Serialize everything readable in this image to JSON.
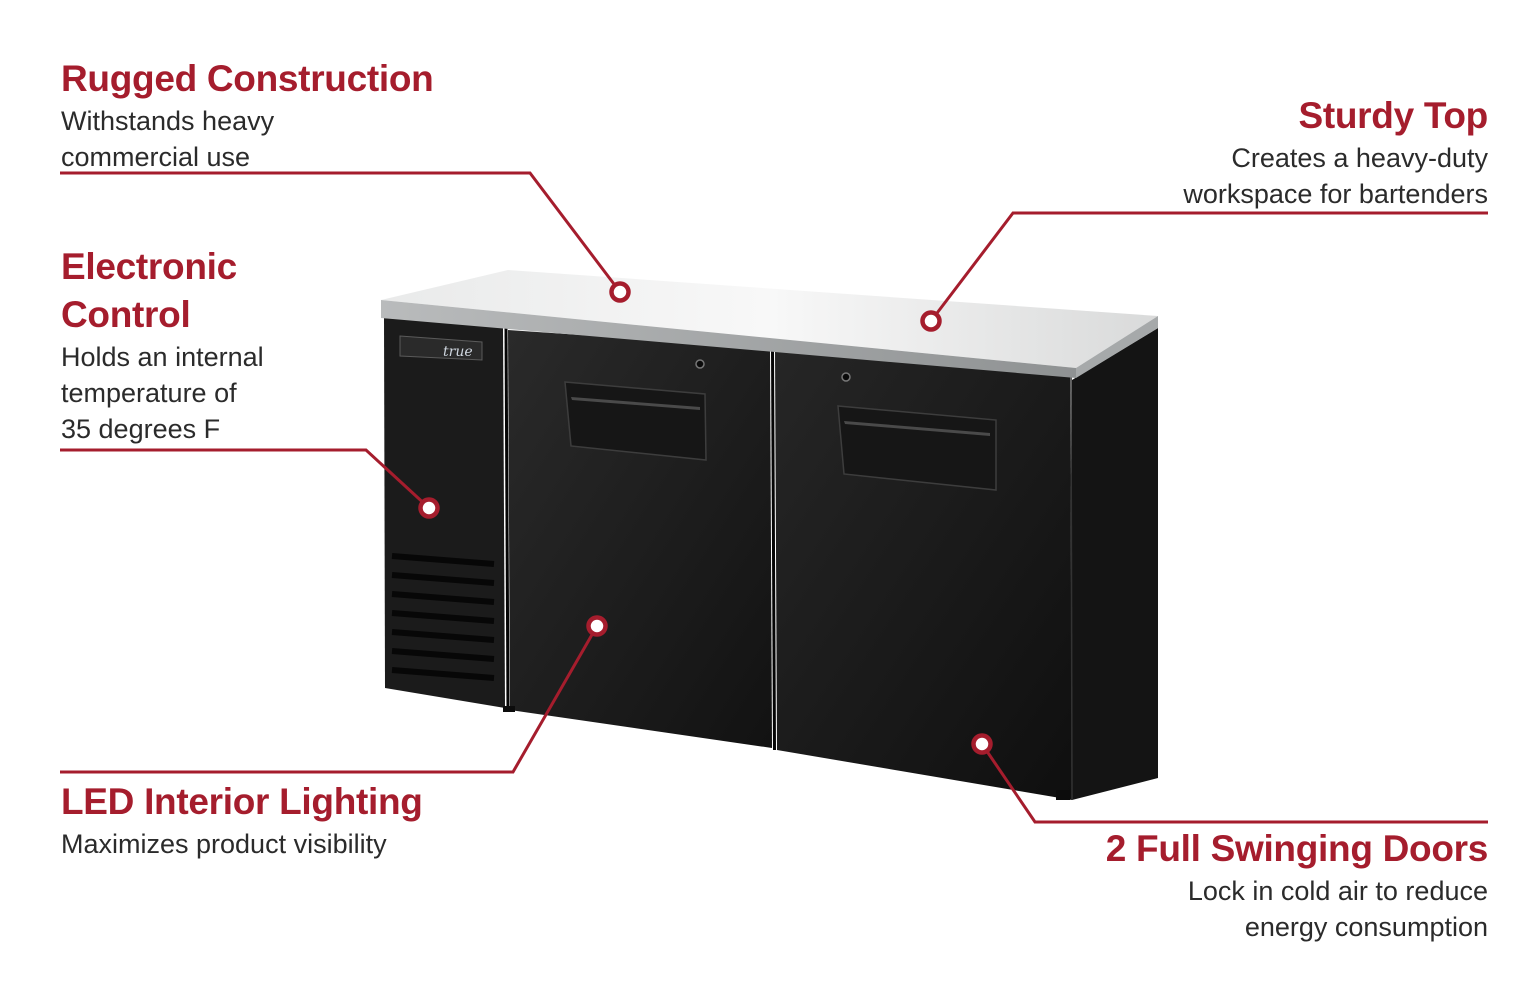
{
  "brand": {
    "accent": "#a51d2d",
    "body_text": "#2b2b2b",
    "background": "#ffffff"
  },
  "product": {
    "logo_text": "true"
  },
  "features": {
    "rugged_construction": {
      "title": "Rugged Construction",
      "lines": [
        "Withstands heavy",
        "commercial use"
      ]
    },
    "sturdy_top": {
      "title": "Sturdy Top",
      "lines": [
        "Creates a heavy-duty",
        "workspace for bartenders"
      ]
    },
    "electronic_control": {
      "title_lines": [
        "Electronic",
        "Control"
      ],
      "lines": [
        "Holds an internal",
        "temperature of",
        "35 degrees F"
      ]
    },
    "led_lighting": {
      "title": "LED Interior Lighting",
      "lines": [
        "Maximizes product visibility"
      ]
    },
    "swinging_doors": {
      "title": "2 Full Swinging Doors",
      "lines": [
        "Lock in cold air to reduce",
        "energy consumption"
      ]
    }
  }
}
